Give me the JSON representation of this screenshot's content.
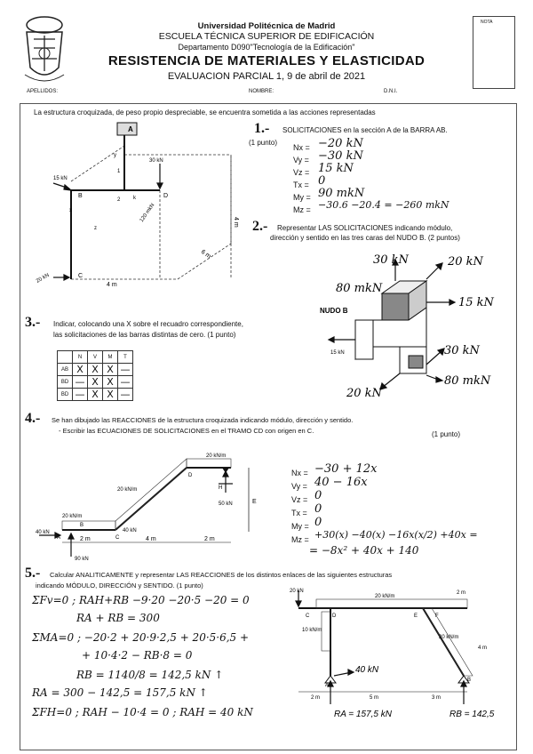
{
  "header": {
    "university": "Universidad Politécnica de Madrid",
    "school": "ESCUELA TÉCNICA SUPERIOR DE EDIFICACIÓN",
    "department": "Departamento D090\"Tecnología de la Edificación\"",
    "course": "RESISTENCIA DE MATERIALES Y ELASTICIDAD",
    "exam": "EVALUACION PARCIAL 1, 9 de abril de 2021",
    "nota_label": "NOTA",
    "apellidos": "APELLIDOS:",
    "nombre": "NOMBRE:",
    "dni": "D.N.I."
  },
  "intro": "La estructura croquizada, de peso propio despreciable, se encuentra sometida a las acciones representadas",
  "fig1": {
    "label_a": "A",
    "label_b": "B",
    "label_c": "C",
    "label_d": "D",
    "f15": "15 kN",
    "f30": "30 kN",
    "m120": "120 mkN",
    "f20": "20 kN",
    "dim4": "4 m",
    "dim4b": "4 m",
    "dim6": "6 m",
    "y": "y",
    "x": "x",
    "z": "z",
    "one": "1",
    "two": "2",
    "k": "k"
  },
  "q1": {
    "num": "1.-",
    "title": "SOLICITACIONES en la sección A de la BARRA AB.",
    "points": "(1 punto)",
    "labels": [
      "Nx =",
      "Vy =",
      "Vz =",
      "Tx =",
      "My =",
      "Mz ="
    ],
    "answers": [
      "−20 kN",
      "−30 kN",
      "15 kN",
      "0",
      "90 mkN",
      "−30.6 −20.4 = −260 mkN"
    ]
  },
  "q2": {
    "num": "2.-",
    "title": "Representar LAS SOLICITACIONES indicando módulo,",
    "title2": "dirección y sentido en las tres caras del NUDO B. (2 puntos)",
    "nudo": "NUDO B",
    "f15": "15 kN",
    "h1": "30 kN",
    "h2": "20 kN",
    "h3": "80 mkN",
    "h4": "15 kN",
    "h5": "30 kN",
    "h6": "20 kN",
    "h7": "80 mkN"
  },
  "q3": {
    "num": "3.-",
    "title": "Indicar, colocando una X sobre el recuadro correspondiente,",
    "title2": "las solicitaciones de las barras distintas de cero. (1 punto)",
    "cols": [
      "",
      "N",
      "V",
      "M",
      "T"
    ],
    "rows": [
      [
        "AB",
        "X",
        "X",
        "X",
        "—"
      ],
      [
        "BD",
        "—",
        "X",
        "X",
        "—"
      ],
      [
        "BD",
        "—",
        "X",
        "X",
        "—"
      ]
    ]
  },
  "q4": {
    "num": "4.-",
    "title": "Se han dibujado las REACCIONES de la estructura croquizada indicando módulo, dirección y sentido.",
    "title2": "- Escribir las ECUACIONES DE SOLICITACIONES en el TRAMO CD con origen en C.",
    "points": "(1 punto)",
    "f20a": "20 kN/m",
    "f20b": "20 kN/m",
    "f20c": "20 kN/m",
    "f40a": "40 kN",
    "f40b": "40 kN",
    "f90": "90 kN",
    "f50": "50 kN",
    "d2a": "2 m",
    "d4": "4 m",
    "d2b": "2 m",
    "dE": "E",
    "lb_a": "A",
    "lb_b": "B",
    "lb_c": "C",
    "lb_d": "D",
    "lb_h": "H",
    "labels": [
      "Nx =",
      "Vy =",
      "Vz =",
      "Tx =",
      "My =",
      "Mz ="
    ],
    "answers": [
      "−30 + 12x",
      "40 − 16x",
      "0",
      "0",
      "0",
      "+30(x) −40(x) −16x(x/2) +40x ="
    ],
    "mz2": "= −8x² + 40x + 140"
  },
  "q5": {
    "num": "5.-",
    "title": "Calcular ANALITICAMENTE y representar LAS REACCIONES de los distintos enlaces de las siguientes estructuras",
    "title2": "indicando MÓDULO, DIRECCIÓN y SENTIDO. (1 punto)",
    "lines": [
      "ΣFv=0 ; RAH+RB −9·20 −20·5 −20 = 0",
      "RA + RB = 300",
      "ΣMA=0 ; −20·2 + 20·9·2,5 + 20·5·6,5 +",
      "+ 10·4·2 − RB·8 = 0",
      "RB = 1140/8 = 142,5 kN ↑",
      "RA = 300 − 142,5 = 157,5 kN ↑",
      "ΣFH=0 ; RAH − 10·4 = 0 ; RAH = 40 kN"
    ],
    "fig": {
      "f20": "20 kN",
      "f20m": "20 kN/m",
      "f10": "10 kN/m",
      "f20m2": "20 kN/m",
      "d2": "2 m",
      "d2b": "2 m",
      "d5": "5 m",
      "d3": "3 m",
      "d4": "4 m",
      "lb_a": "A",
      "lb_b": "B",
      "lb_c": "C",
      "lb_d": "D",
      "lb_e": "E",
      "lb_f": "F",
      "ra40": "40 kN",
      "ra": "RA = 157,5 kN",
      "rb": "RB = 142,5"
    }
  }
}
